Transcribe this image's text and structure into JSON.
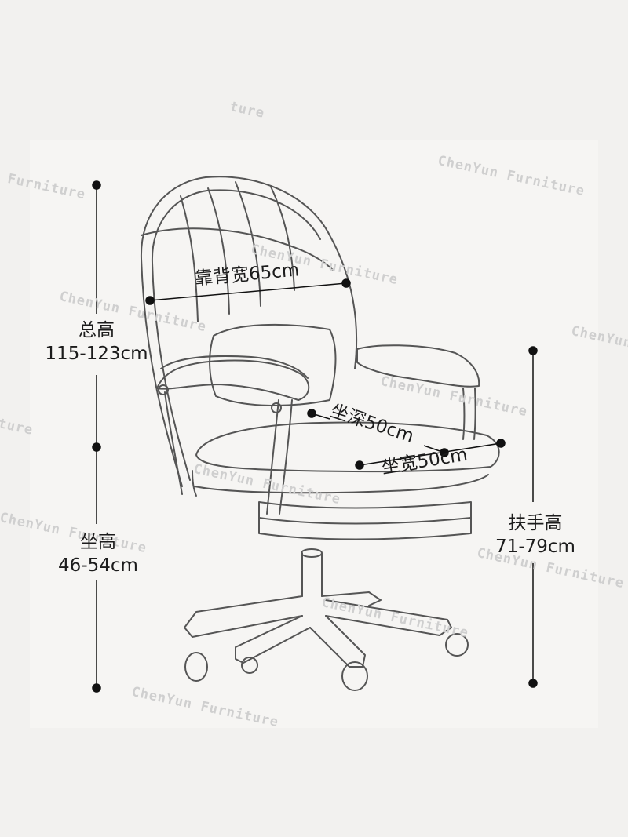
{
  "watermark": "ChenYun Furniture",
  "watermark_partials": {
    "top": "ture",
    "left": "Furniture",
    "mid_left": "ture"
  },
  "dimensions": {
    "total_height": {
      "label": "总高",
      "value": "115-123cm"
    },
    "seat_height": {
      "label": "坐高",
      "value": "46-54cm"
    },
    "armrest_height": {
      "label": "扶手高",
      "value": "71-79cm"
    },
    "back_width": "靠背宽65cm",
    "seat_depth": "坐深50cm",
    "seat_width": "坐宽50cm"
  },
  "colors": {
    "background": "#f2f1ef",
    "line_art": "#555555",
    "marker": "#111111",
    "watermark": "#cfcfcf"
  }
}
